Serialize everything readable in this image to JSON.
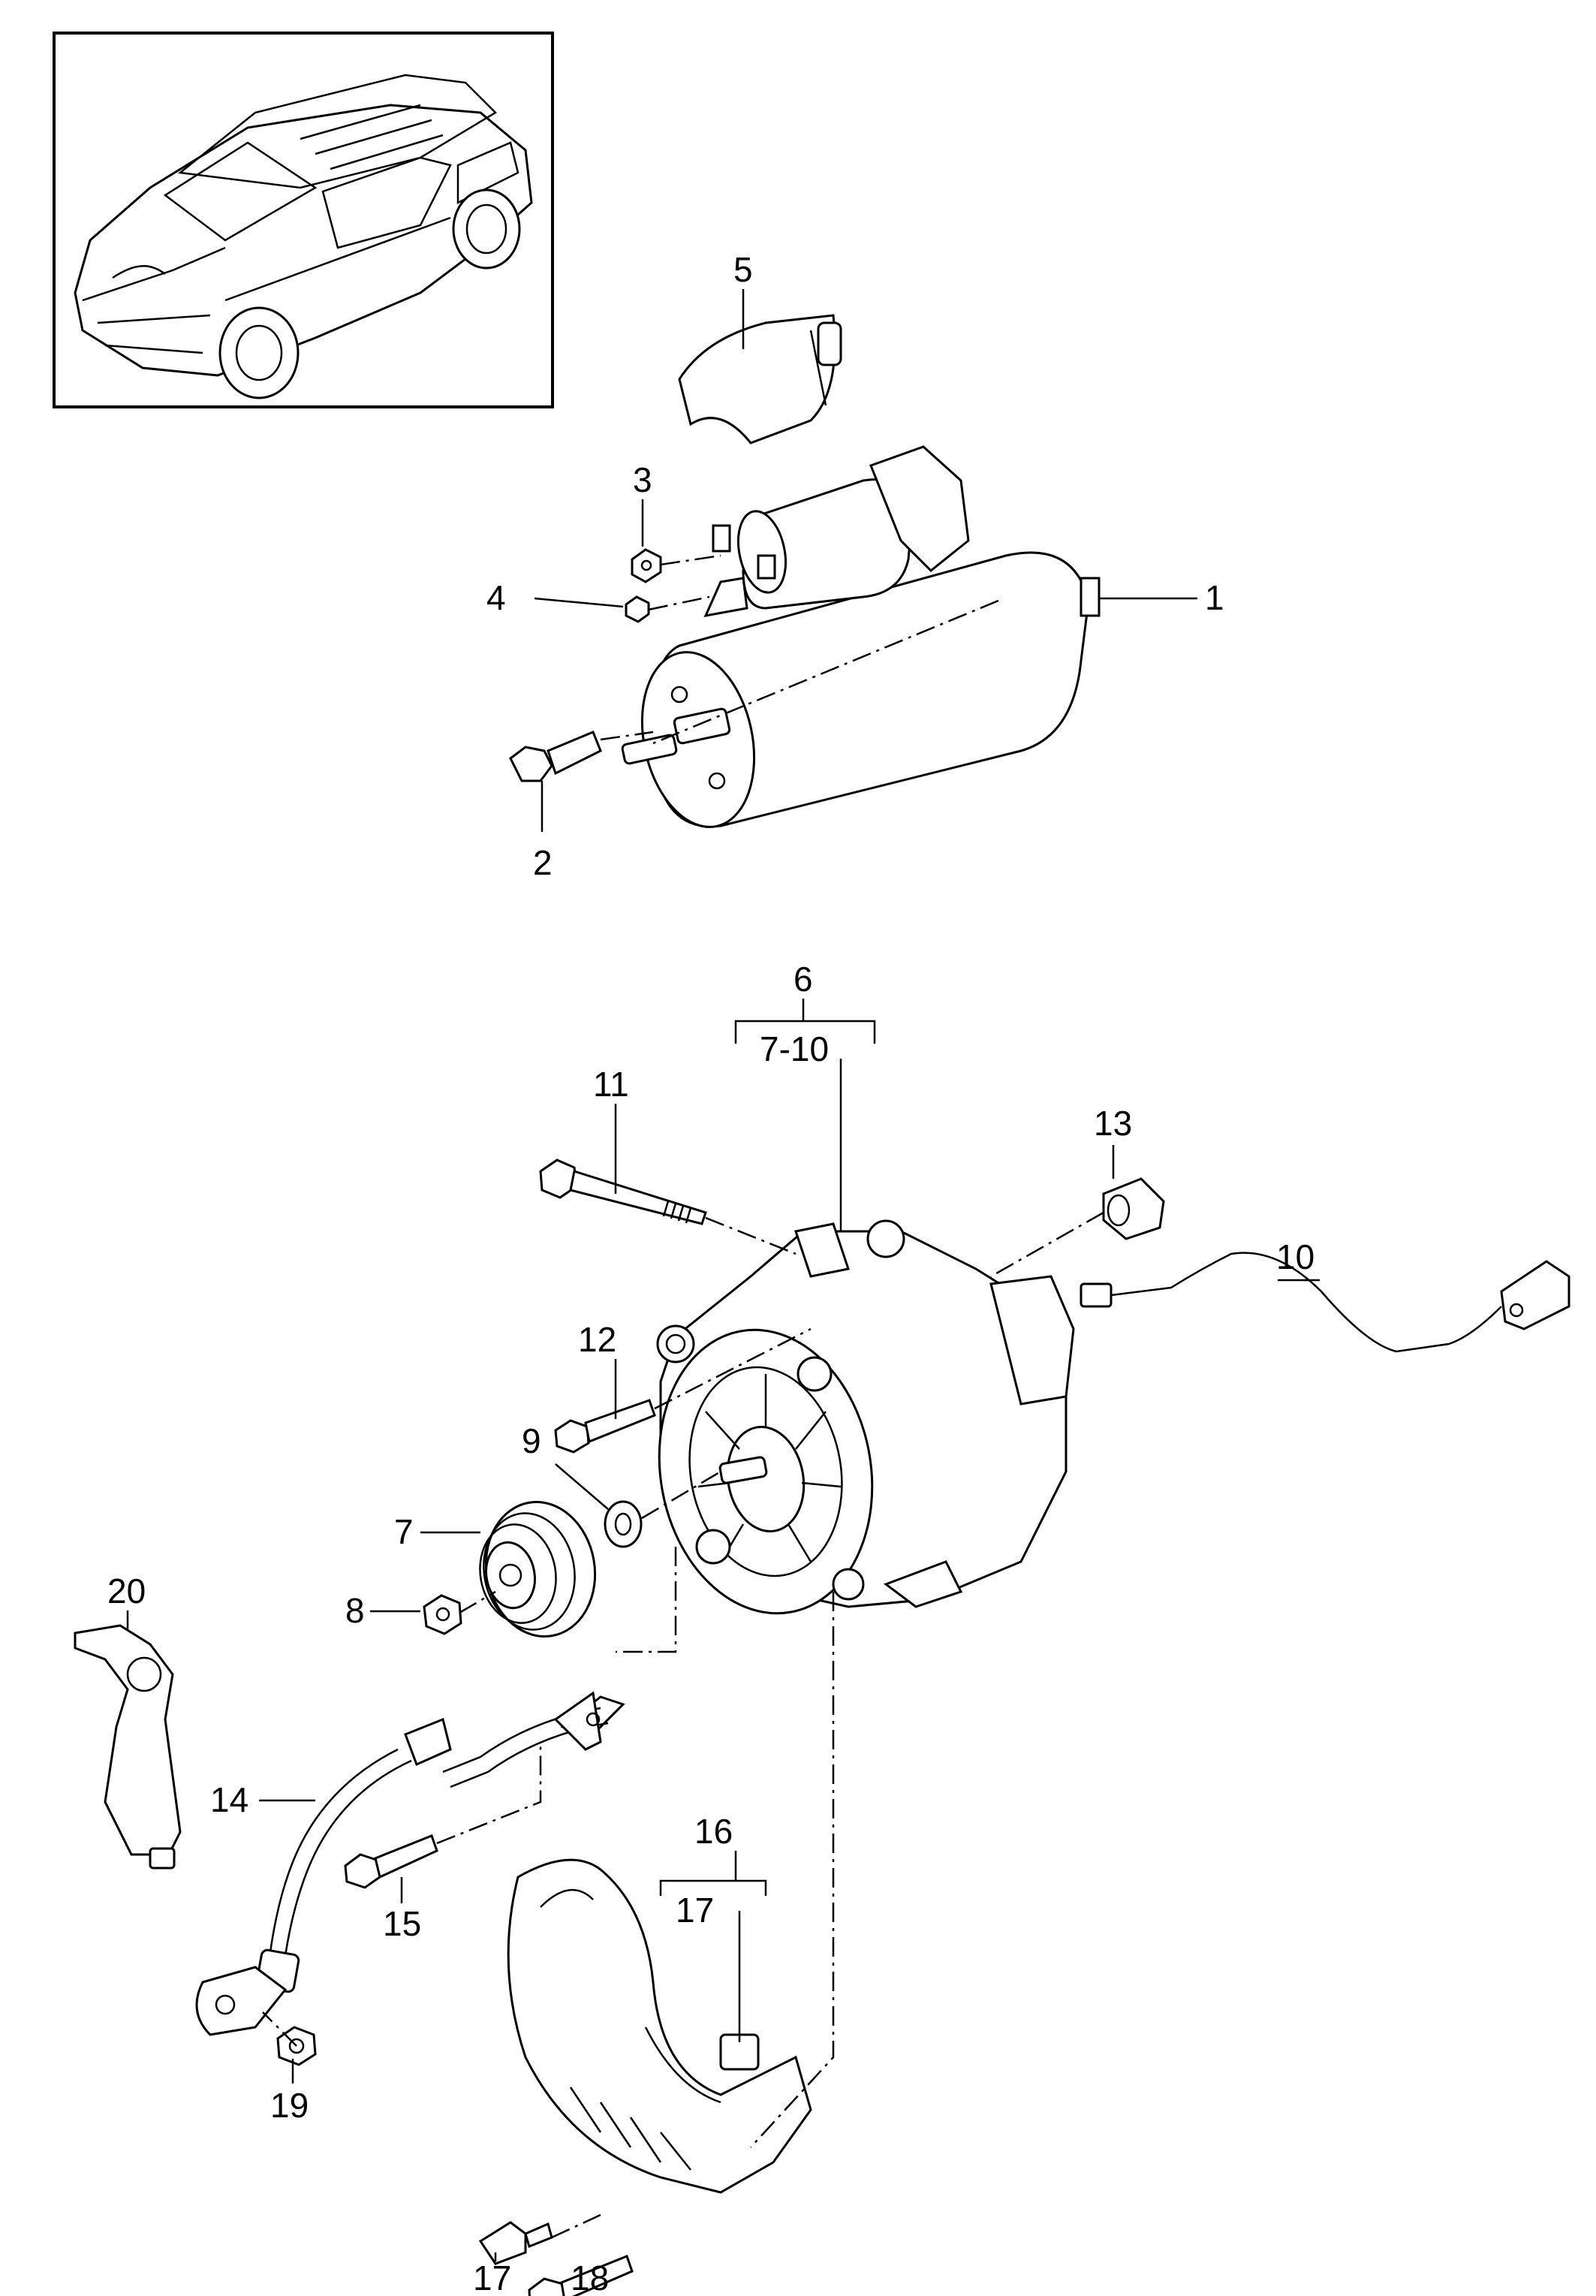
{
  "callouts": {
    "c1": "1",
    "c2": "2",
    "c3": "3",
    "c4": "4",
    "c5": "5",
    "c6": "6",
    "c6_range": "7-10",
    "c7": "7",
    "c8": "8",
    "c9": "9",
    "c10": "10",
    "c11": "11",
    "c12": "12",
    "c13": "13",
    "c14": "14",
    "c15": "15",
    "c16": "16",
    "c16_range": "17",
    "c17": "17",
    "c18": "18",
    "c19": "19",
    "c20": "20"
  },
  "icons": {
    "vehicle": "suv-thumbnail",
    "starter": "starter-motor",
    "alternator": "alternator"
  }
}
